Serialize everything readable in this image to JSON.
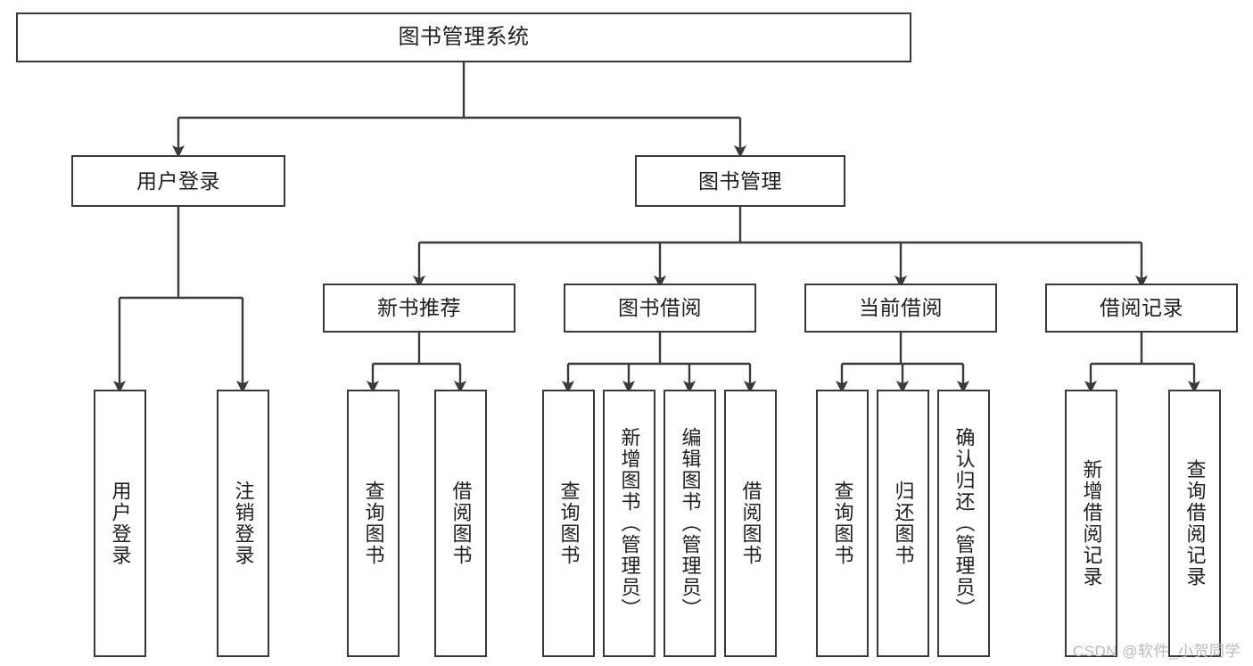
{
  "diagram": {
    "title": "图书管理系统",
    "watermark": "CSDN @软件_小贺同学",
    "stroke_color": "#3a3a3a",
    "text_color": "#1f1f1f",
    "background_color": "#ffffff"
  },
  "nodes": {
    "root": {
      "label": "图书管理系统"
    },
    "level2": [
      {
        "label": "用户登录"
      },
      {
        "label": "图书管理"
      }
    ],
    "level3": [
      {
        "label": "新书推荐"
      },
      {
        "label": "图书借阅"
      },
      {
        "label": "当前借阅"
      },
      {
        "label": "借阅记录"
      }
    ],
    "leaves": {
      "user_login": [
        {
          "label": "用户登录"
        },
        {
          "label": "注销登录"
        }
      ],
      "new_book": [
        {
          "label": "查询图书"
        },
        {
          "label": "借阅图书"
        }
      ],
      "book_borrow": [
        {
          "label": "查询图书"
        },
        {
          "label": "新增图书（管理员）"
        },
        {
          "label": "编辑图书（管理员）"
        },
        {
          "label": "借阅图书"
        }
      ],
      "current_borrow": [
        {
          "label": "查询图书"
        },
        {
          "label": "归还图书"
        },
        {
          "label": "确认归还（管理员）"
        }
      ],
      "borrow_record": [
        {
          "label": "新增借阅记录"
        },
        {
          "label": "查询借阅记录"
        }
      ]
    }
  }
}
